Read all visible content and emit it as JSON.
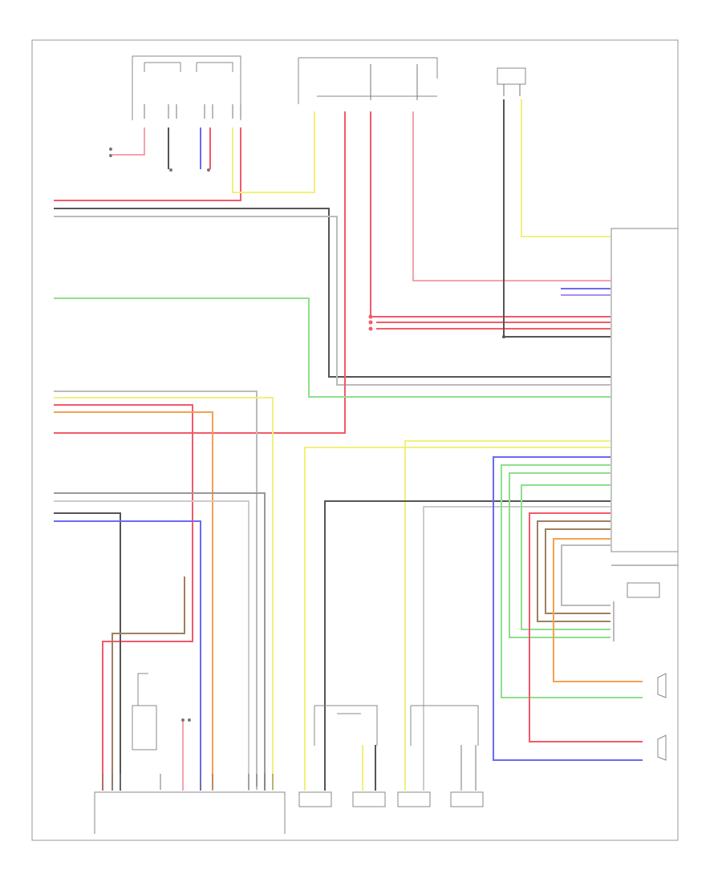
{
  "diagram": {
    "footer_id": "",
    "colors": {
      "red": "#f25a6a",
      "pink": "#f4a3ad",
      "yellow": "#f2f07a",
      "green": "#8ee08a",
      "blue": "#6a6af2",
      "black": "#555555",
      "gray": "#bbbbbb",
      "orange": "#f5a050",
      "brown": "#a08060",
      "violet": "#a98ef0",
      "frame": "#999999"
    },
    "components": [
      {
        "key": "fuse_top_left",
        "text": ""
      },
      {
        "key": "fuse_top_mid",
        "text": ""
      },
      {
        "key": "ignition_module",
        "text": ""
      },
      {
        "key": "antenna_amp",
        "text": ""
      },
      {
        "key": "rear_controls",
        "text": ""
      },
      {
        "key": "steering_switch",
        "text": ""
      },
      {
        "key": "front_radio",
        "text": ""
      },
      {
        "key": "front_radio_sub",
        "text": ""
      },
      {
        "key": "dvd_unit",
        "text": ""
      },
      {
        "key": "right_rear_speaker",
        "text": ""
      },
      {
        "key": "left_rear_speaker",
        "text": ""
      },
      {
        "key": "audio_amp",
        "text": ""
      },
      {
        "key": "spk_driver_front",
        "text": ""
      },
      {
        "key": "spk_driver_door",
        "text": ""
      },
      {
        "key": "spk_pass_front",
        "text": ""
      },
      {
        "key": "spk_pass_door",
        "text": ""
      },
      {
        "key": "rear_ctrl_unit",
        "text": ""
      }
    ]
  }
}
